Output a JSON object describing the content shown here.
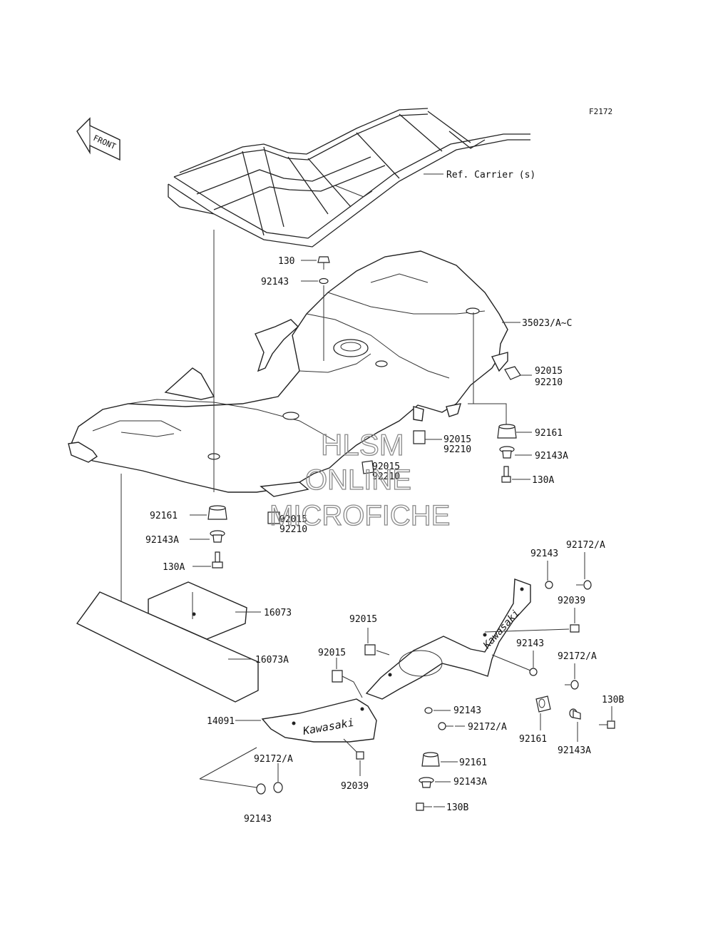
{
  "figure_code": "F2172",
  "front_label": "FRONT",
  "watermark": [
    "HLSM",
    "ONLINE",
    "MICROFICHE"
  ],
  "references": {
    "carrier": "Ref. Carrier (s)"
  },
  "brand_text": "Kawasaki",
  "labels": {
    "l130": "130",
    "l92143_top": "92143",
    "l35023": "35023/A~C",
    "l92015_r": "92015",
    "l92210_r": "92210",
    "l92015_m": "92015",
    "l92210_m": "92210",
    "l92015_c": "92015",
    "l92210_c": "92210",
    "l92015_b": "92015",
    "l92210_b": "92210",
    "l92161_r": "92161",
    "l92143A_r": "92143A",
    "l130A_r": "130A",
    "l92161_l": "92161",
    "l92143A_l": "92143A",
    "l130A_l": "130A",
    "l16073": "16073",
    "l16073A": "16073A",
    "l92015_s1": "92015",
    "l92015_s2": "92015",
    "l14091": "14091",
    "l92172_l": "92172/A",
    "l92143_l": "92143",
    "l92039_l": "92039",
    "l92143_m": "92143",
    "l92172_m": "92172/A",
    "l92161_b": "92161",
    "l92143A_b": "92143A",
    "l130B_b": "130B",
    "l92143_tr": "92143",
    "l92172_tr": "92172/A",
    "l92039_tr": "92039",
    "l92143_r2": "92143",
    "l92172_r2": "92172/A",
    "l92161_br": "92161",
    "l130B_r": "130B",
    "l92143A_br": "92143A"
  }
}
